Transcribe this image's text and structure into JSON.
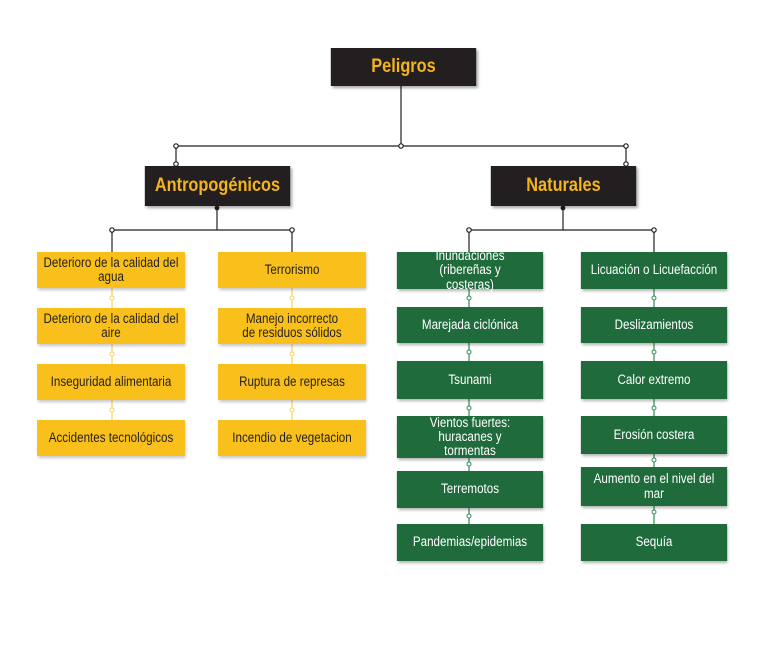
{
  "root": {
    "label": "Peligros"
  },
  "categories": [
    {
      "label": "Antropogénicos"
    },
    {
      "label": "Naturales"
    }
  ],
  "anthropogenic": {
    "col1": [
      "Deterioro de la calidad del agua",
      "Deterioro de la calidad del aire",
      "Inseguridad alimentaria",
      "Accidentes tecnológicos"
    ],
    "col2": [
      "Terrorismo",
      "Manejo incorrecto de residuos sólidos",
      "Ruptura de represas",
      "Incendio de vegetacion"
    ]
  },
  "natural": {
    "col1": [
      "Inundaciones (ribereñas y costeras)",
      "Marejada ciclónica",
      "Tsunami",
      "Vientos fuertes: huracanes y tormentas",
      "Terremotos",
      "Pandemias/epidemias"
    ],
    "col2": [
      "Licuación o Licuefacción",
      "Deslizamientos",
      "Calor extremo",
      "Erosión costera",
      "Aumento en el nivel del mar",
      "Sequía"
    ]
  },
  "colors": {
    "dark": "#231f20",
    "gold_text": "#f4b41a",
    "yellow": "#f9c01b",
    "green": "#1f6b3c",
    "connector_dark": "#231f20",
    "connector_yellow": "#f7d35a",
    "connector_green": "#2e8a52"
  }
}
